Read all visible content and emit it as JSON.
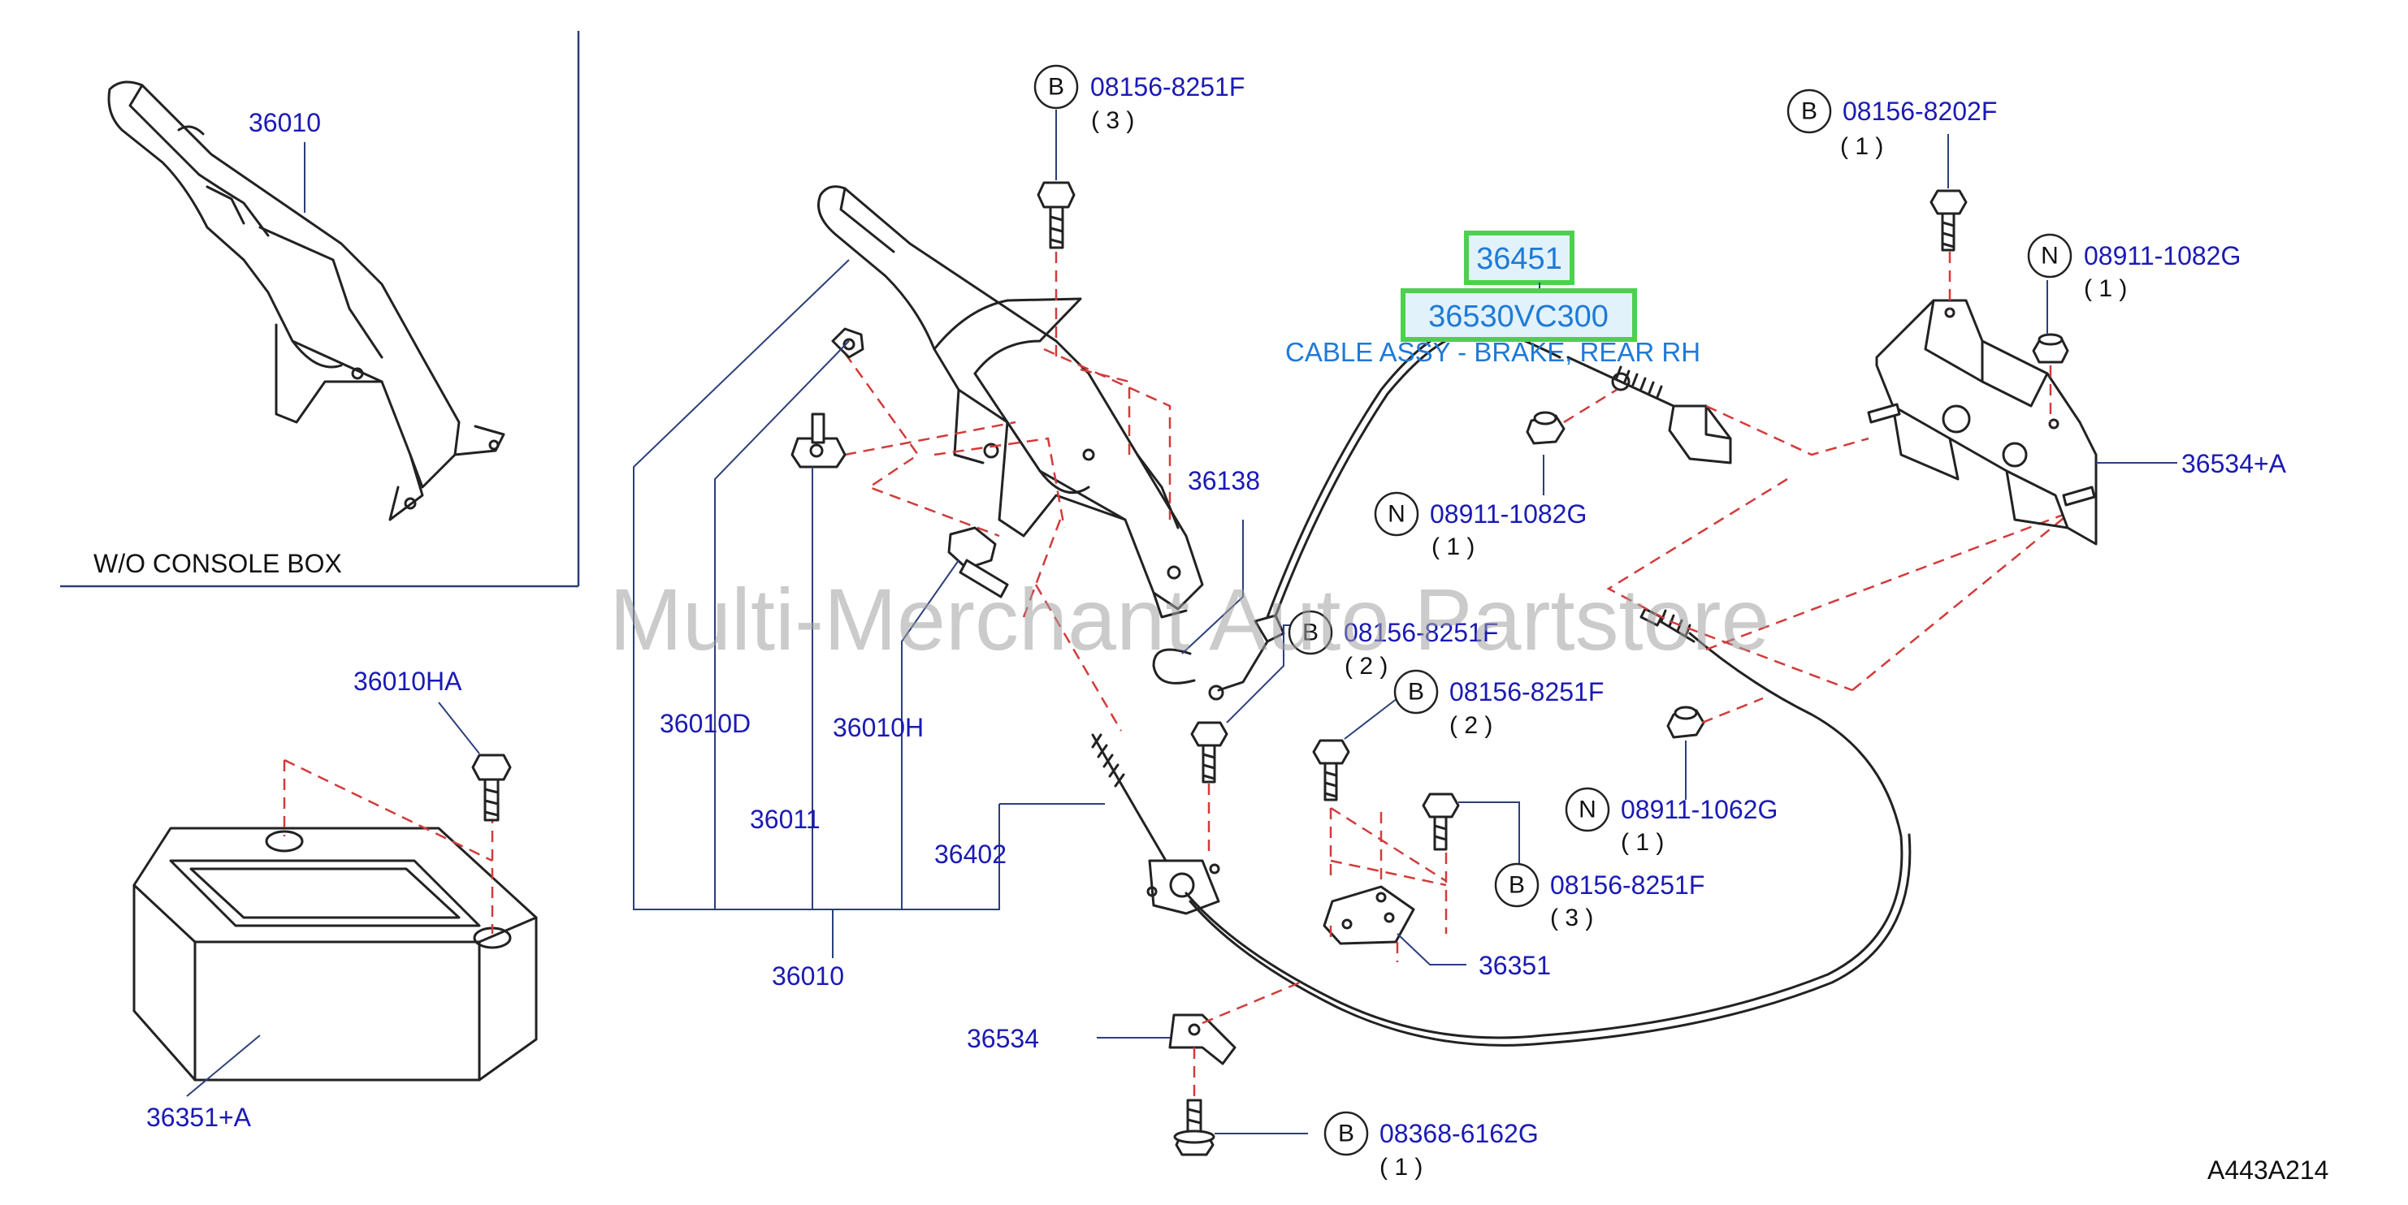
{
  "inset": {
    "caption": "W/O  CONSOLE  BOX",
    "part": "36010"
  },
  "highlight": {
    "part1": "36451",
    "part2": "36530VC300",
    "description": "CABLE ASSY - BRAKE, REAR RH",
    "box_color": "#4cd14c",
    "text_color": "#1f7ad6"
  },
  "labels": {
    "p36010HA": "36010HA",
    "p36010D": "36010D",
    "p36010H": "36010H",
    "p36011": "36011",
    "p36402": "36402",
    "p36010": "36010",
    "p36138": "36138",
    "p36351": "36351",
    "p36351A": "36351+A",
    "p36534": "36534",
    "p36534A": "36534+A"
  },
  "callouts": [
    {
      "letter": "B",
      "part": "08156-8251F",
      "qty": "( 3 )"
    },
    {
      "letter": "B",
      "part": "08156-8202F",
      "qty": "( 1 )"
    },
    {
      "letter": "N",
      "part": "08911-1082G",
      "qty": "( 1 )"
    },
    {
      "letter": "N",
      "part": "08911-1082G",
      "qty": "( 1 )"
    },
    {
      "letter": "B",
      "part": "08156-8251F",
      "qty": "( 2 )"
    },
    {
      "letter": "B",
      "part": "08156-8251F",
      "qty": "( 2 )"
    },
    {
      "letter": "N",
      "part": "08911-1062G",
      "qty": "( 1 )"
    },
    {
      "letter": "B",
      "part": "08156-8251F",
      "qty": "( 3 )"
    },
    {
      "letter": "B",
      "part": "08368-6162G",
      "qty": "( 1 )"
    }
  ],
  "watermark": "Multi-Merchant Auto Partstore",
  "figure_code": "A443A214",
  "colors": {
    "label": "#1a1ab5",
    "leader": "#2b3f7a",
    "dashed": "#d23b3b",
    "watermark": "#a0a0a0"
  }
}
